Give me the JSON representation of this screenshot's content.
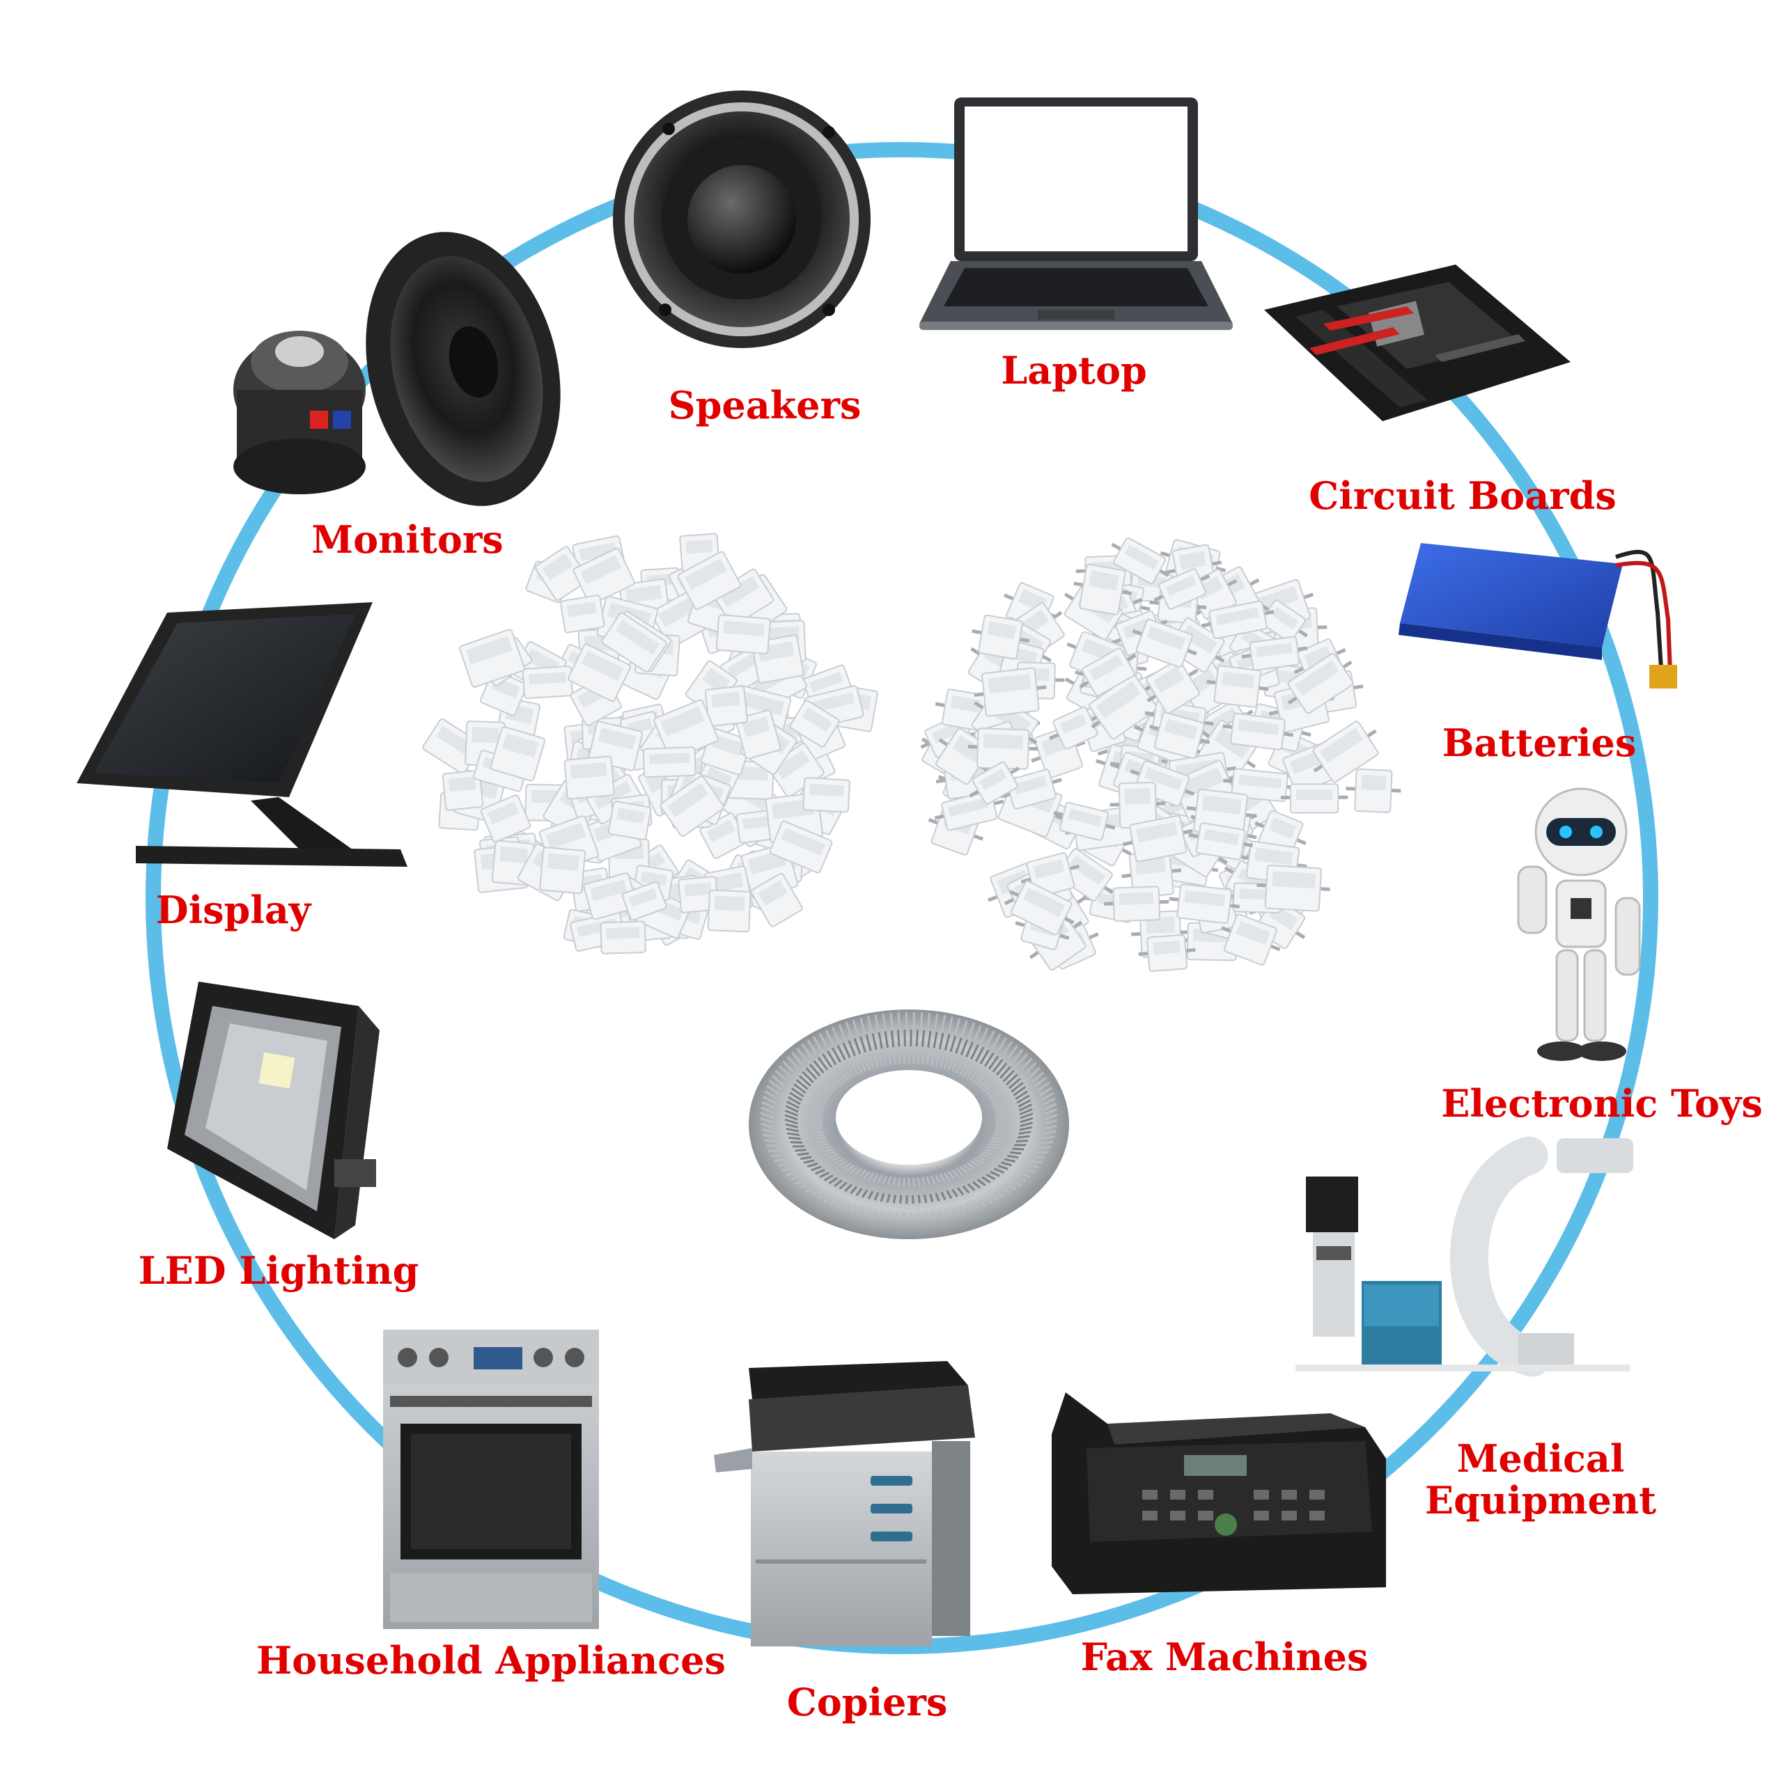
{
  "colors": {
    "ring": "#5bbde8",
    "label": "#e00000",
    "dark": "#2a2a2a",
    "metal": "#a9adb2",
    "connector": "#f2f4f6"
  },
  "labels": {
    "speakers": "Speakers",
    "laptop": "Laptop",
    "circuit_boards": "Circuit Boards",
    "monitors": "Monitors",
    "batteries": "Batteries",
    "display": "Display",
    "electronic_toys": "Electronic Toys",
    "led_lighting": "LED Lighting",
    "medical_line1": "Medical",
    "medical_line2": "Equipment",
    "household_appliances": "Household Appliances",
    "copiers": "Copiers",
    "fax_machines": "Fax Machines"
  }
}
